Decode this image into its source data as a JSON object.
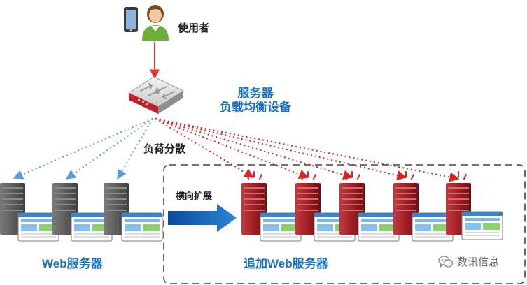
{
  "labels": {
    "user": "使用者",
    "lb_line1": "服务器",
    "lb_line2": "负载均衡设备",
    "distribution": "负荷分散",
    "scale_out": "横向扩展",
    "web_servers": "Web服务器",
    "added_web_servers": "追加Web服务器"
  },
  "watermark": {
    "text": "数讯信息"
  },
  "colors": {
    "accent_blue": "#1a6fc0",
    "arrow_red": "#e8302a",
    "dotted_blue": "#5b9bd5",
    "dotted_red": "#e02020",
    "server_gray": "#5d5d5d",
    "server_red": "#a31d22",
    "dashed_frame": "#444444"
  },
  "icons": {
    "user": "user-with-phone-icon",
    "load_balancer": "network-switch-icon",
    "existing_server": "gray-server-tower-icon",
    "new_server": "red-server-tower-icon",
    "browser": "browser-window-icon",
    "scale_arrow": "right-arrow-icon",
    "watermark": "wechat-icon"
  }
}
